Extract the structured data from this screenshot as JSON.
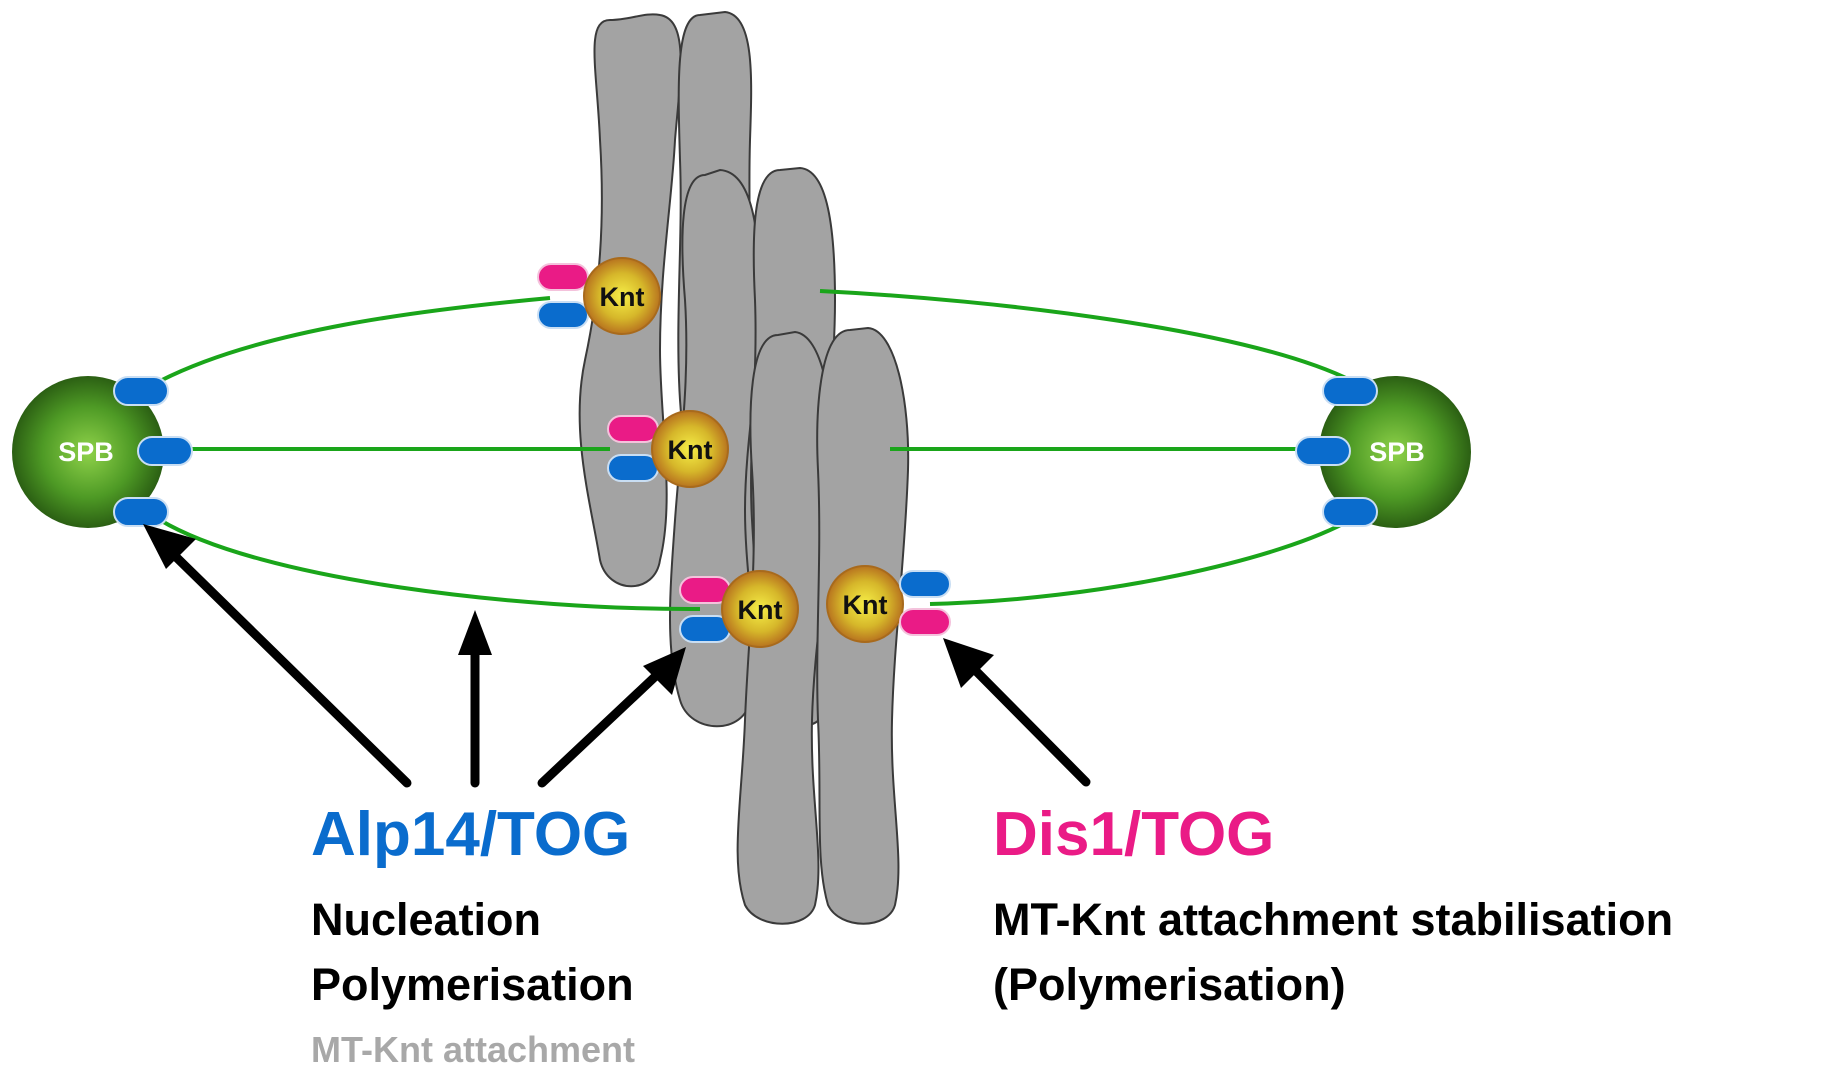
{
  "labels": {
    "spb_left": "SPB",
    "spb_right": "SPB",
    "knt_1": "Knt",
    "knt_2": "Knt",
    "knt_3": "Knt",
    "knt_4": "Knt"
  },
  "alp14": {
    "title": "Alp14/TOG",
    "line1": "Nucleation",
    "line2": "Polymerisation",
    "line3": "MT-Knt attachment"
  },
  "dis1": {
    "title": "Dis1/TOG",
    "line1": "MT-Knt attachment stabilisation",
    "line2": "(Polymerisation)"
  },
  "colors": {
    "alp14": "#0a6ccd",
    "dis1": "#ea1b86",
    "microtubule": "#1aa51a",
    "spb": "#3f8a1e",
    "kinetochore": "#d9b62a",
    "chromosome": "#a3a3a3",
    "faint_text": "#a8a8a8"
  }
}
